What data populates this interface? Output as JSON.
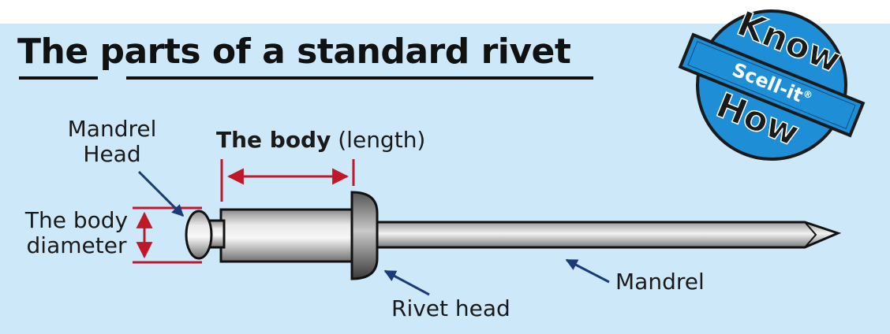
{
  "title": "The parts of a standard rivet",
  "labels": {
    "mandrel_head_line1": "Mandrel",
    "mandrel_head_line2": "Head",
    "body_bold": "The body",
    "body_rest": " (length)",
    "diameter_line1": "The body",
    "diameter_line2": "diameter",
    "rivet_head": "Rivet head",
    "mandrel": "Mandrel"
  },
  "badge": {
    "top_word": "Know",
    "band_word": "Scell-it",
    "registered_mark": "®",
    "bottom_word": "How"
  },
  "colors": {
    "background": "#cde9f9",
    "dimension_red": "#c0182b",
    "arrow_blue": "#1b3a7a",
    "badge_blue": "#1e8fd6",
    "badge_dark": "#1a1a1a"
  }
}
